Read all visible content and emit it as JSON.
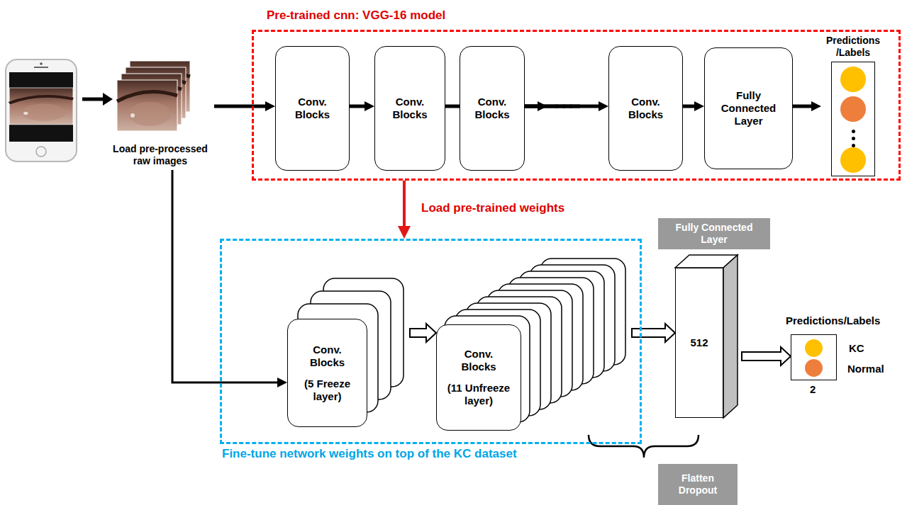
{
  "diagram": {
    "nodes": [
      {
        "text": [
          "Load pre-processed raw images"
        ]
      },
      {
        "text": [
          "Pre-trained cnn: VGG-16 model"
        ]
      },
      {
        "text": [
          "Conv. Blocks"
        ],
        "in": 1
      },
      {
        "text": [
          "Conv. Blocks"
        ],
        "in": 1
      },
      {
        "text": [
          "Conv. Blocks"
        ],
        "in": 1
      },
      {
        "text": [
          "Conv. Blocks"
        ],
        "in": 1
      },
      {
        "text": [
          "Fully Connected Layer"
        ],
        "in": 1
      },
      {
        "text": [
          "Predictions /Labels"
        ],
        "in": 1
      },
      {
        "text": [
          "Fine-tune network weights on top of the KC dataset"
        ]
      },
      {
        "text": [
          "Conv. Blocks",
          "(5 Freeze layer)"
        ],
        "in": 8
      },
      {
        "text": [
          "Conv. Blocks",
          "(11 Unfreeze layer)"
        ],
        "in": 8
      },
      {
        "text": [
          "Fully Connected Layer"
        ]
      },
      {
        "text": [
          "512"
        ]
      },
      {
        "text": [
          "Predictions/Labels"
        ]
      },
      {
        "text": [
          "Flatten Dropout"
        ]
      }
    ],
    "edges": [
      {
        "from": 0,
        "to": 2,
        "arrow": "to"
      },
      {
        "from": 2,
        "to": 3,
        "arrow": "to"
      },
      {
        "from": 3,
        "to": 4,
        "arrow": "to"
      },
      {
        "from": 4,
        "to": 5,
        "arrow": "to"
      },
      {
        "from": 5,
        "to": 6,
        "arrow": "to"
      },
      {
        "from": 6,
        "to": 7,
        "arrow": "to"
      },
      {
        "from": 1,
        "to": 8,
        "label": "Load pre-trained weights",
        "arrow": "to"
      },
      {
        "from": 0,
        "to": 9,
        "arrow": "to"
      },
      {
        "from": 9,
        "to": 10,
        "arrow": "to"
      },
      {
        "from": 10,
        "to": 12,
        "arrow": "to"
      },
      {
        "from": 12,
        "to": 13,
        "arrow": "to"
      }
    ],
    "labels": [
      "KC",
      "Normal",
      "2"
    ]
  }
}
